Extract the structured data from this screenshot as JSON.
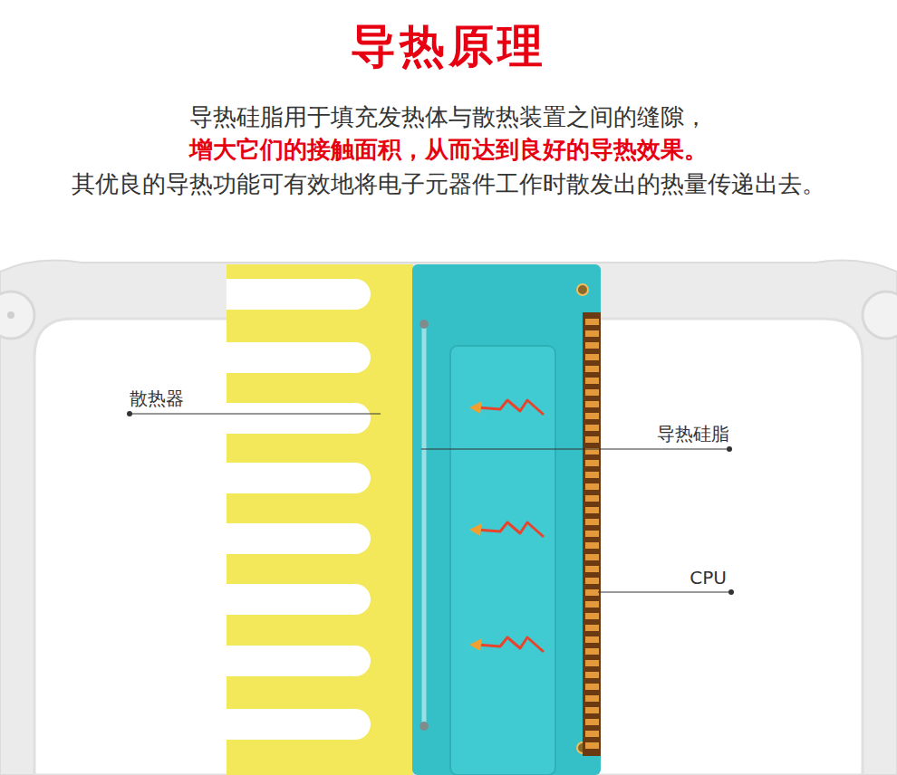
{
  "diagram": {
    "title": "导热原理",
    "labels": [
      "导热硅脂用于填充发热体与散热装置之间的缝隙，",
      "增大它们的接触面积，从而达到良好的导热效果。",
      "其优良的导热功能可有效地将电子元器件工作时散发出的热量传递出去。",
      "散热器",
      "导热硅脂",
      "CPU"
    ]
  }
}
